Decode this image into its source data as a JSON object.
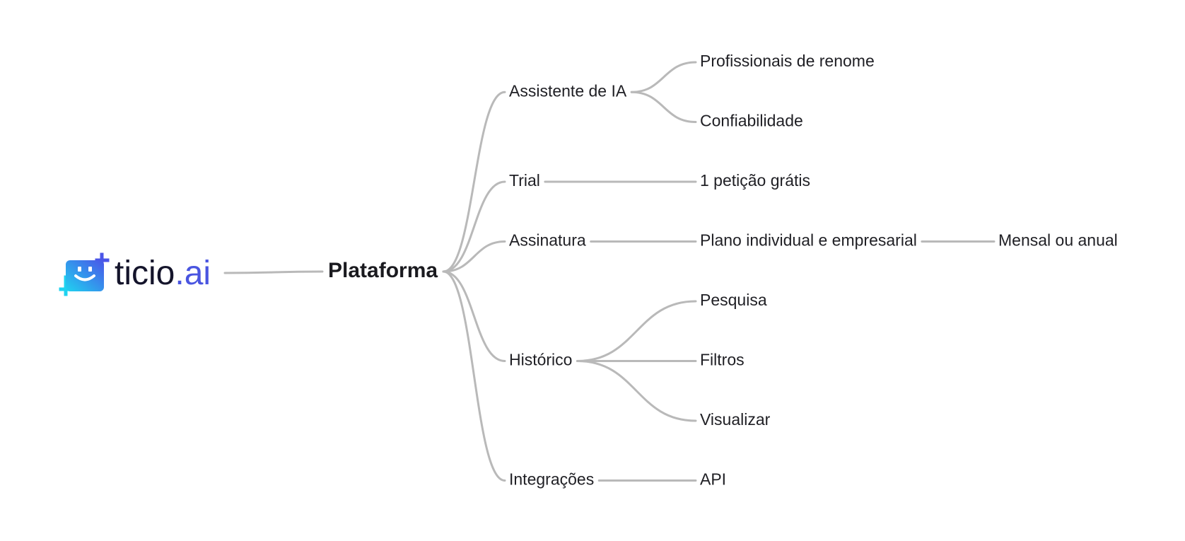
{
  "logo": {
    "brand": "ticio",
    "dot": ".",
    "suffix": "ai",
    "colors": {
      "text": "#14142b",
      "accent": "#4a55e0",
      "gradient_start": "#1fd3f0",
      "gradient_end": "#4a55e8"
    }
  },
  "diagram": {
    "root": "Plataforma",
    "edge_color": "#b9b9b9",
    "branches": [
      {
        "label": "Assistente de IA",
        "children": [
          {
            "label": "Profissionais de renome",
            "children": []
          },
          {
            "label": "Confiabilidade",
            "children": []
          }
        ]
      },
      {
        "label": "Trial",
        "children": [
          {
            "label": "1 petição grátis",
            "children": []
          }
        ]
      },
      {
        "label": "Assinatura",
        "children": [
          {
            "label": "Plano individual e empresarial",
            "children": [
              {
                "label": "Mensal ou anual"
              }
            ]
          }
        ]
      },
      {
        "label": "Histórico",
        "children": [
          {
            "label": "Pesquisa",
            "children": []
          },
          {
            "label": "Filtros",
            "children": []
          },
          {
            "label": "Visualizar",
            "children": []
          }
        ]
      },
      {
        "label": "Integrações",
        "children": [
          {
            "label": "API",
            "children": []
          }
        ]
      }
    ]
  }
}
